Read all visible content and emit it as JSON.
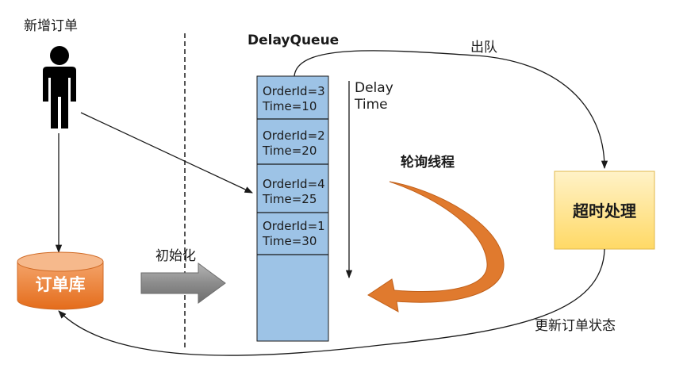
{
  "labels": {
    "new_order": "新增订单",
    "delay_queue": "DelayQueue",
    "dequeue": "出队",
    "delay_time_line1": "Delay",
    "delay_time_line2": "Time",
    "polling_thread": "轮询线程",
    "timeout_handler": "超时处理",
    "init": "初始化",
    "order_db": "订单库",
    "update_status": "更新订单状态"
  },
  "queue": {
    "items": [
      {
        "order": "OrderId=3",
        "time": "Time=10"
      },
      {
        "order": "OrderId=2",
        "time": "Time=20"
      },
      {
        "order": "OrderId=4",
        "time": "Time=25"
      },
      {
        "order": "OrderId=1",
        "time": "Time=30"
      }
    ]
  },
  "colors": {
    "queue_fill": "#9dc3e6",
    "db_fill": "#ed7d31",
    "timeout_fill": "#ffe699",
    "init_arrow": "#8c8c8c",
    "poll_arrow": "#e07a2e",
    "line": "#1a1a1a"
  }
}
